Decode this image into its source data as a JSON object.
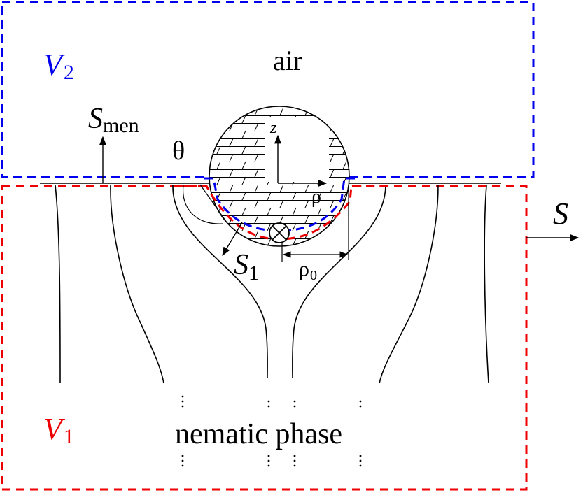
{
  "labels": {
    "v2": "V",
    "v2_sub": "2",
    "v1": "V",
    "v1_sub": "1",
    "air": "air",
    "s_men": "S",
    "s_men_sub": "men",
    "theta": "θ",
    "z": "z",
    "rho": "ρ",
    "rho0": "ρ",
    "rho0_sub": "0",
    "s1": "S",
    "s1_sub": "1",
    "s": "S",
    "nematic": "nematic phase"
  },
  "colors": {
    "v2_boundary": "#0000ee",
    "v1_boundary": "#ee0000",
    "ink": "#000000"
  },
  "icons": {
    "defect": "circled-cross-icon",
    "texture": "brick-hatch"
  }
}
